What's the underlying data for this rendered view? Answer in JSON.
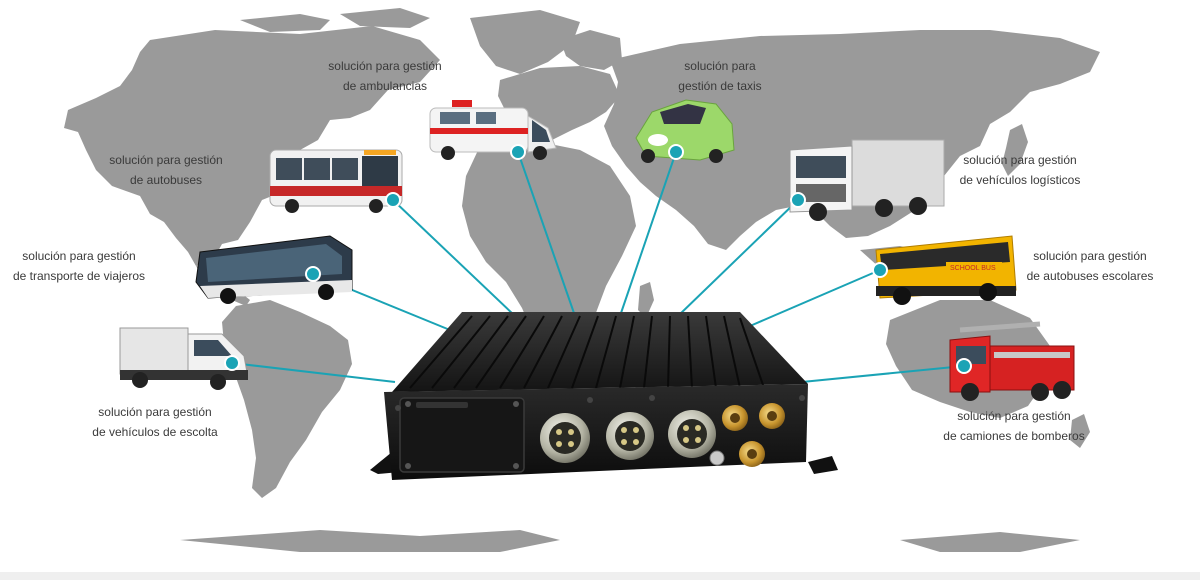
{
  "colors": {
    "map": "#9a9a9a",
    "connector": "#1aa3b5",
    "device_body": "#1c1c1c",
    "label_text": "#3a3a3a"
  },
  "device": {
    "name": "mobile-dvr-device",
    "connectors": [
      "aviation-connector",
      "aviation-connector",
      "aviation-connector",
      "sma-antenna",
      "sma-antenna",
      "sma-antenna"
    ]
  },
  "labels": {
    "ambulance": {
      "line1": "solución para gestión",
      "line2": "de ambulancias",
      "icon": "ambulance-icon"
    },
    "taxi": {
      "line1": "solución para",
      "line2": "gestión de taxis",
      "icon": "taxi-car-icon"
    },
    "city_bus": {
      "line1": "solución para gestión",
      "line2": "de autobuses",
      "icon": "city-bus-icon"
    },
    "coach": {
      "line1": "solución para gestión",
      "line2": "de transporte de viajeros",
      "icon": "coach-bus-icon"
    },
    "escort": {
      "line1": "solución para gestión",
      "line2": "de vehículos de escolta",
      "icon": "escort-van-icon"
    },
    "logistics": {
      "line1": "solución para gestión",
      "line2": "de vehículos logísticos",
      "icon": "logistics-truck-icon"
    },
    "school_bus": {
      "line1": "solución para gestión",
      "line2": "de autobuses escolares",
      "icon": "school-bus-icon",
      "sign": "SCHOOL BUS"
    },
    "fire_truck": {
      "line1": "solución para gestión",
      "line2": "de camiones de bomberos",
      "icon": "fire-truck-icon"
    }
  }
}
